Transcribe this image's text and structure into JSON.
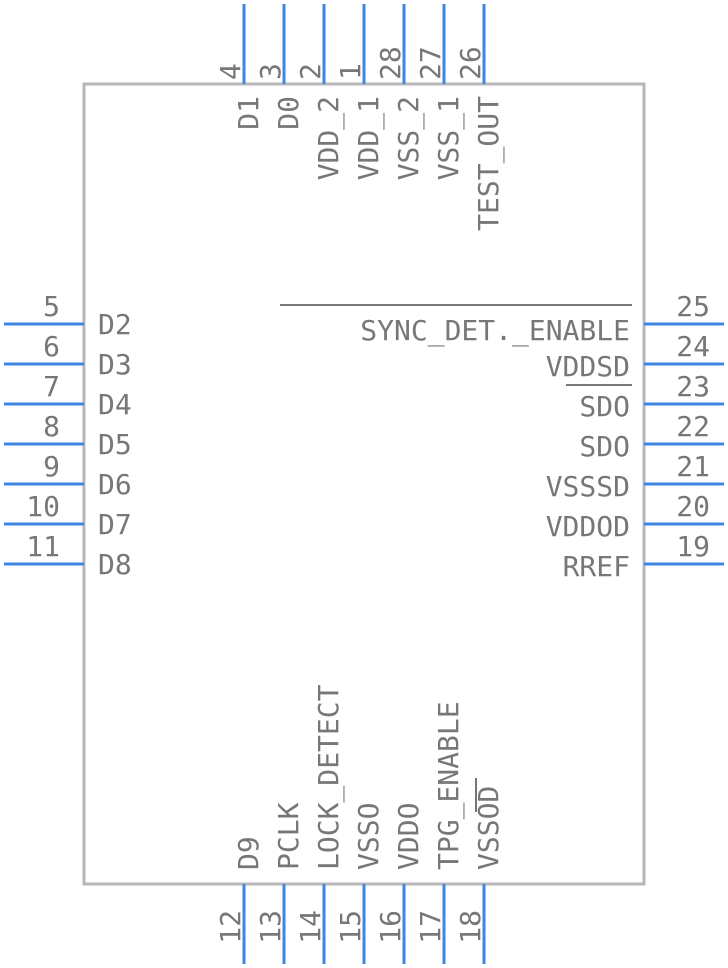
{
  "colors": {
    "pin": "#3d85e6",
    "body": "#b7b7b7",
    "text": "#777777"
  },
  "pins": {
    "top": [
      {
        "num": "4",
        "name": "D1"
      },
      {
        "num": "3",
        "name": "D0"
      },
      {
        "num": "2",
        "name": "VDD_2"
      },
      {
        "num": "1",
        "name": "VDD_1"
      },
      {
        "num": "28",
        "name": "VSS_2"
      },
      {
        "num": "27",
        "name": "VSS_1"
      },
      {
        "num": "26",
        "name": "TEST_OUT"
      }
    ],
    "left": [
      {
        "num": "5",
        "name": "D2"
      },
      {
        "num": "6",
        "name": "D3"
      },
      {
        "num": "7",
        "name": "D4"
      },
      {
        "num": "8",
        "name": "D5"
      },
      {
        "num": "9",
        "name": "D6"
      },
      {
        "num": "10",
        "name": "D7"
      },
      {
        "num": "11",
        "name": "D8"
      }
    ],
    "right": [
      {
        "num": "25",
        "name": "SYNC_DET._ENABLE"
      },
      {
        "num": "24",
        "name": "VDDSD"
      },
      {
        "num": "23",
        "name": "SDO"
      },
      {
        "num": "22",
        "name": "SDO"
      },
      {
        "num": "21",
        "name": "VSSSD"
      },
      {
        "num": "20",
        "name": "VDDOD"
      },
      {
        "num": "19",
        "name": "RREF"
      }
    ],
    "bottom": [
      {
        "num": "12",
        "name": "D9"
      },
      {
        "num": "13",
        "name": "PCLK"
      },
      {
        "num": "14",
        "name": "LOCK_DETECT"
      },
      {
        "num": "15",
        "name": "VSSO"
      },
      {
        "num": "16",
        "name": "VDDO"
      },
      {
        "num": "17",
        "name": "TPG_ENABLE"
      },
      {
        "num": "18",
        "name": "VSSOD"
      }
    ]
  }
}
